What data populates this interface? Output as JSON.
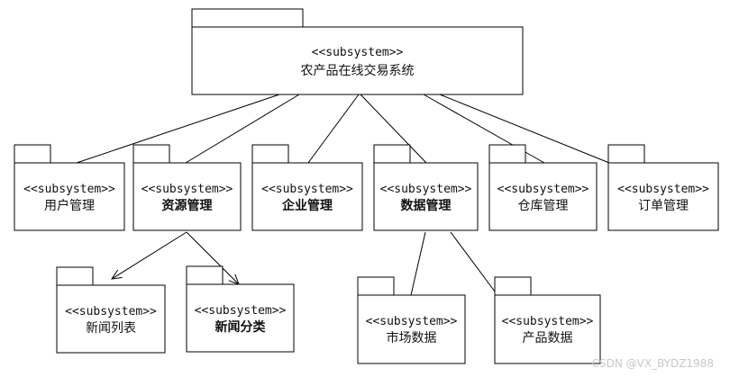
{
  "stereotype": "<<subsystem>>",
  "root": {
    "name": "农产品在线交易系统"
  },
  "level1": [
    {
      "id": "user",
      "name": "用户管理",
      "bold": false
    },
    {
      "id": "resource",
      "name": "资源管理",
      "bold": true
    },
    {
      "id": "company",
      "name": "企业管理",
      "bold": true
    },
    {
      "id": "data",
      "name": "数据管理",
      "bold": true
    },
    {
      "id": "store",
      "name": "仓库管理",
      "bold": false
    },
    {
      "id": "order",
      "name": "订单管理",
      "bold": false
    }
  ],
  "level2": [
    {
      "id": "news-list",
      "name": "新闻列表",
      "bold": false,
      "parent": "resource",
      "arrow": true
    },
    {
      "id": "news-category",
      "name": "新闻分类",
      "bold": true,
      "parent": "resource",
      "arrow": true
    },
    {
      "id": "market-data",
      "name": "市场数据",
      "bold": false,
      "parent": "data",
      "arrow": false
    },
    {
      "id": "product-data",
      "name": "产品数据",
      "bold": false,
      "parent": "data",
      "arrow": false
    }
  ],
  "watermark": "CSDN @VX_BYDZ1988"
}
